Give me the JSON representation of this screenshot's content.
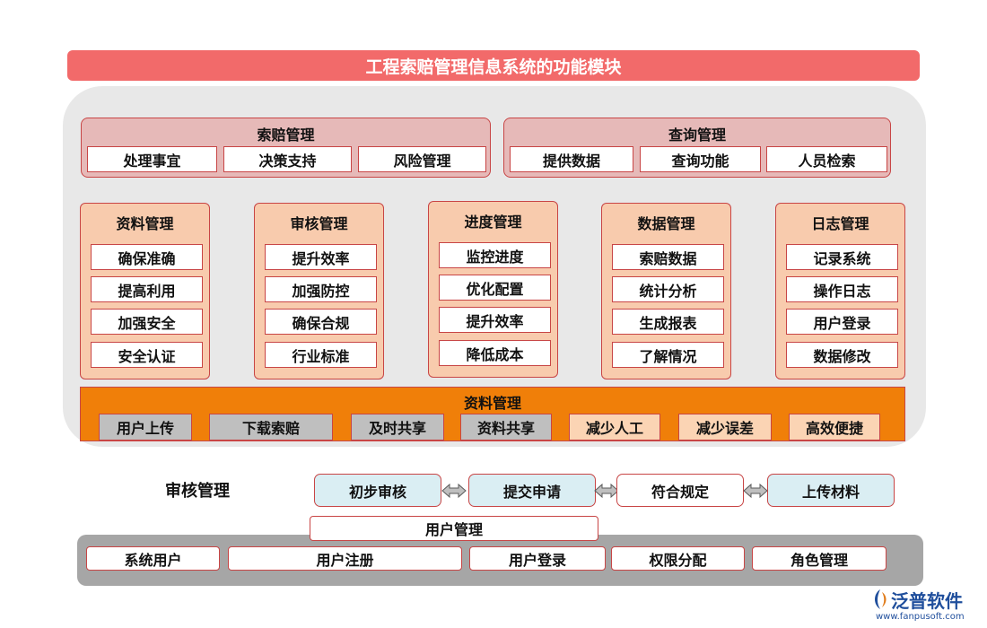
{
  "title": "工程索赔管理信息系统的功能模块",
  "claim_management": {
    "title": "索赔管理",
    "items": [
      "处理事宜",
      "决策支持",
      "风险管理"
    ]
  },
  "query_management": {
    "title": "查询管理",
    "items": [
      "提供数据",
      "查询功能",
      "人员检索"
    ]
  },
  "modules": [
    {
      "title": "资料管理",
      "items": [
        "确保准确",
        "提高利用",
        "加强安全",
        "安全认证"
      ]
    },
    {
      "title": "审核管理",
      "items": [
        "提升效率",
        "加强防控",
        "确保合规",
        "行业标准"
      ]
    },
    {
      "title": "进度管理",
      "items": [
        "监控进度",
        "优化配置",
        "提升效率",
        "降低成本"
      ]
    },
    {
      "title": "数据管理",
      "items": [
        "索赔数据",
        "统计分析",
        "生成报表",
        "了解情况"
      ]
    },
    {
      "title": "日志管理",
      "items": [
        "记录系统",
        "操作日志",
        "用户登录",
        "数据修改"
      ]
    }
  ],
  "data_band": {
    "title": "资料管理",
    "items": [
      "用户上传",
      "下载索赔",
      "及时共享",
      "资料共享",
      "减少人工",
      "减少误差",
      "高效便捷"
    ]
  },
  "review_flow": {
    "label": "审核管理",
    "steps": [
      "初步审核",
      "提交申请",
      "符合规定",
      "上传材料"
    ]
  },
  "user_management": {
    "title": "用户管理",
    "items": [
      "系统用户",
      "用户注册",
      "用户登录",
      "权限分配",
      "角色管理"
    ]
  },
  "logo": {
    "name": "泛普软件",
    "url": "www.fanpusoft.com"
  },
  "colors": {
    "title_bar": "#f26a6a",
    "panel_bg": "#e8e8e8",
    "top_group_bg": "#e6b9b8",
    "module_bg": "#f8cbad",
    "band_bg": "#f07f09",
    "band_grey": "#bfbfbf",
    "band_peach": "#fbd4b4",
    "flow_cyan": "#daeef3",
    "user_panel_bg": "#a6a6a6",
    "border": "#c84545",
    "logo": "#1f4e9c"
  }
}
